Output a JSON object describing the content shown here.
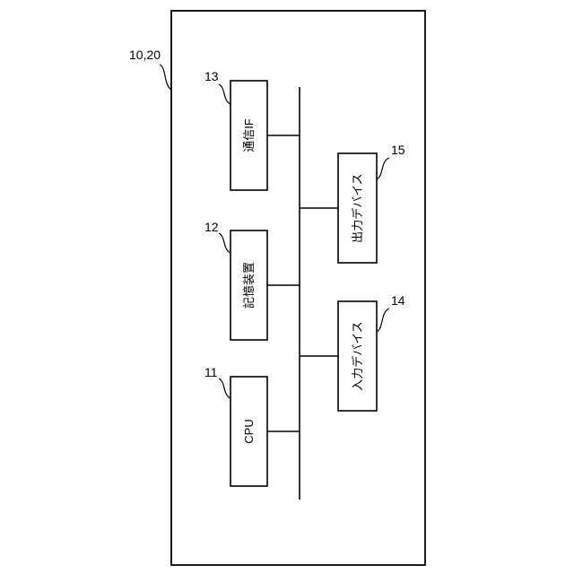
{
  "diagram": {
    "outer_ref": "10,20",
    "blocks": [
      {
        "ref": "13",
        "label": "通信IF"
      },
      {
        "ref": "12",
        "label": "記憶装置"
      },
      {
        "ref": "11",
        "label": "CPU"
      },
      {
        "ref": "15",
        "label": "出力デバイス"
      },
      {
        "ref": "14",
        "label": "入力デバイス"
      }
    ]
  }
}
